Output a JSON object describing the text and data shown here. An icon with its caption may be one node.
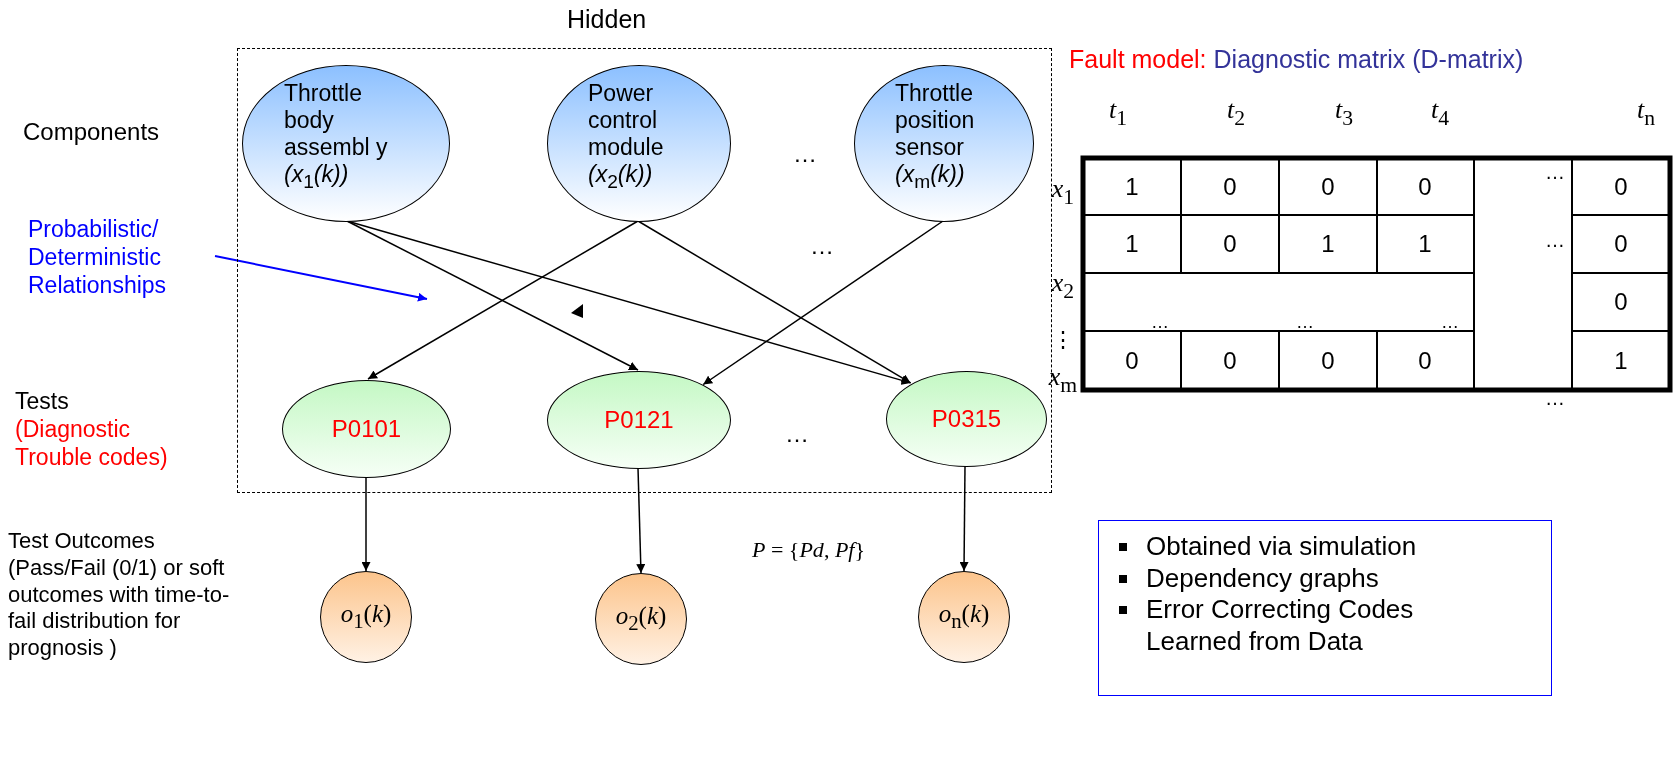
{
  "diagram": {
    "nodes": [
      {
        "text": [
          "Hidden"
        ]
      },
      {
        "text": [
          "Throttle body assembl y *(x*$_{1}$*(k))*"
        ],
        "in": 0
      },
      {
        "text": [
          "Power control module *(x*$_{2}$*(k))*"
        ],
        "in": 0
      },
      {
        "text": [
          "Throttle position sensor *(x*$_{m}$*(k))*"
        ],
        "in": 0
      },
      {
        "text": [
          "P0101"
        ],
        "in": 0
      },
      {
        "text": [
          "P0121"
        ],
        "in": 0
      },
      {
        "text": [
          "P0315"
        ],
        "in": 0
      },
      {
        "text": [
          "*o*$_{1}$(*k*)"
        ]
      },
      {
        "text": [
          "*o*$_{2}$(*k*)"
        ]
      },
      {
        "text": [
          "*o*$_{n}$(*k*)"
        ]
      },
      {
        "text": [
          "Probabilistic/ Deterministic Relationships"
        ]
      },
      {
        "text": [
          "Obtained via simulation",
          "Dependency graphs",
          "Error Correcting Codes Learned from Data"
        ]
      }
    ],
    "edges": [
      {
        "from": 1,
        "to": 5,
        "arrow": "to"
      },
      {
        "from": 1,
        "to": 6,
        "arrow": "to"
      },
      {
        "from": 2,
        "to": 4,
        "arrow": "to"
      },
      {
        "from": 2,
        "to": 6,
        "arrow": "to"
      },
      {
        "from": 3,
        "to": 5,
        "arrow": "to"
      },
      {
        "from": 4,
        "to": 7,
        "arrow": "to"
      },
      {
        "from": 5,
        "to": 8,
        "arrow": "to"
      },
      {
        "from": 6,
        "to": 9,
        "arrow": "to"
      },
      {
        "from": 10,
        "to": null,
        "arrow": "to",
        "color": "#0000ff"
      }
    ],
    "labels": [
      "Components",
      "…",
      "…",
      "Fault model:",
      "Diagnostic matrix (D-matrix)",
      "*t*$_{1}$",
      "*t*$_{2}$",
      "*t*$_{3}$",
      "*t*$_{4}$",
      "*t*$_{n}$",
      "*x*$_{1}$",
      "1",
      "0",
      "0",
      "0",
      "…",
      "0",
      "1",
      "0",
      "1",
      "1",
      "…",
      "0",
      "*x*$_{2}$",
      "…",
      "…",
      "…",
      "0",
      "⋮",
      "0",
      "0",
      "0",
      "0",
      "1",
      "*x*$_{m}$",
      "…",
      "Tests",
      "(Diagnostic Trouble codes)",
      "…",
      "Test Outcomes (Pass/Fail (0/1) or soft outcomes with time-to-fail distribution for prognosis )",
      "*P* = {*Pd*, *Pf*}"
    ]
  }
}
